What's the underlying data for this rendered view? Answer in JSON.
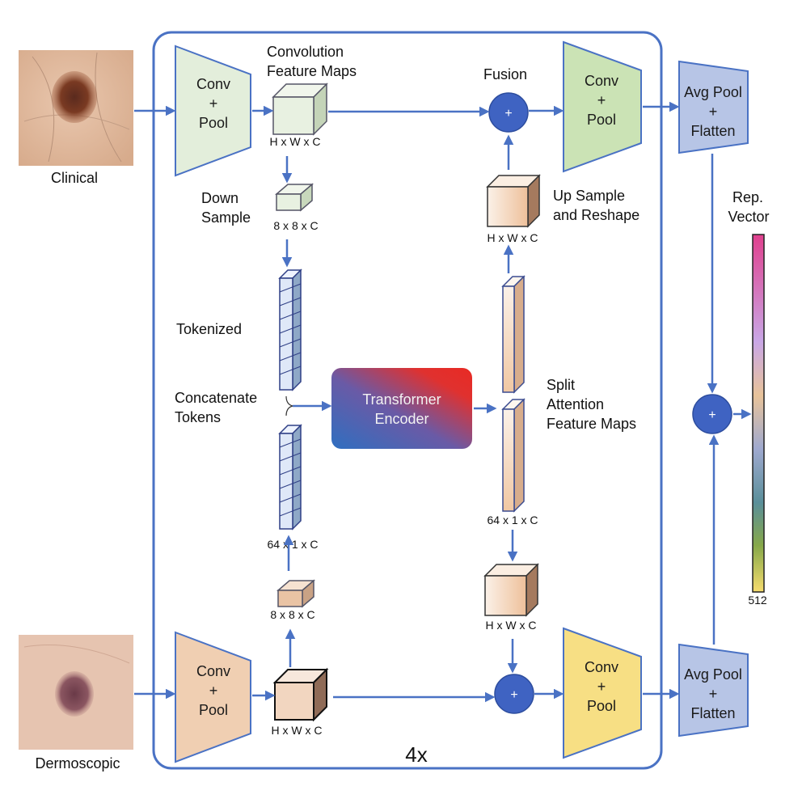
{
  "labels": {
    "clinical": "Clinical",
    "dermoscopic": "Dermoscopic",
    "conv_feature_maps_1": "Convolution",
    "conv_feature_maps_2": "Feature Maps",
    "down_sample_1": "Down",
    "down_sample_2": "Sample",
    "tokenized": "Tokenized",
    "concatenate_1": "Concatenate",
    "concatenate_2": "Tokens",
    "fusion": "Fusion",
    "up_sample_1": "Up Sample",
    "up_sample_2": "and Reshape",
    "split_1": "Split",
    "split_2": "Attention",
    "split_3": "Feature Maps",
    "rep_vector_1": "Rep.",
    "rep_vector_2": "Vector",
    "rep_dim": "512",
    "repeat": "4x"
  },
  "dims": {
    "hwc_top": "H x W x C",
    "eight_top": "8 x 8 x C",
    "sixtyfour_left": "64 x 1 x C",
    "eight_bottom": "8 x 8 x C",
    "hwc_bottom": "H x W x C",
    "hwc_right_top": "H x W x C",
    "sixtyfour_right": "64 x 1 x C",
    "hwc_right_bottom": "H x W x C"
  },
  "blocks": {
    "conv_pool_l1_a": "Conv",
    "conv_pool_l1_b": "+",
    "conv_pool_l1_c": "Pool",
    "conv_pool_l2_a": "Conv",
    "conv_pool_l2_b": "+",
    "conv_pool_l2_c": "Pool",
    "conv_pool_r1_a": "Conv",
    "conv_pool_r1_b": "+",
    "conv_pool_r1_c": "Pool",
    "conv_pool_r2_a": "Conv",
    "conv_pool_r2_b": "+",
    "conv_pool_r2_c": "Pool",
    "avg_pool_1_a": "Avg Pool",
    "avg_pool_1_b": "+",
    "avg_pool_1_c": "Flatten",
    "avg_pool_2_a": "Avg Pool",
    "avg_pool_2_b": "+",
    "avg_pool_2_c": "Flatten",
    "transformer_a": "Transformer",
    "transformer_b": "Encoder",
    "plus": "+"
  },
  "colors": {
    "arrow": "#4a72c4",
    "frame": "#4a72c4",
    "green_block": "#e3eedb",
    "green_block_dark": "#cbe3b5",
    "peach_block": "#f0cfb2",
    "yellow_block": "#f7df84",
    "avgpool_block": "#b7c5e6",
    "fusion_circle": "#3f63c2"
  }
}
